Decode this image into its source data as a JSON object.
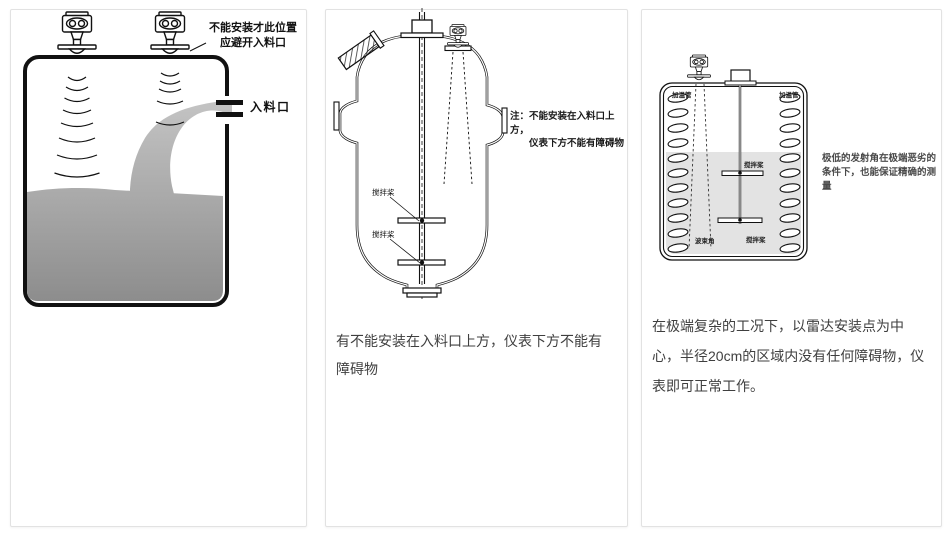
{
  "panel1": {
    "annotation": "不能安装才此位置\n应避开入料口",
    "inlet_label": "入料口"
  },
  "panel2": {
    "note": "注：不能安装在入料口上方，\n　　仪表下方不能有障碍物",
    "paddle_label_1": "搅拌桨",
    "paddle_label_2": "搅拌桨",
    "caption": "有不能安装在入料口上方，仪表下方不能有\n障碍物"
  },
  "panel3": {
    "heater_label_left": "加温管",
    "heater_label_right": "加温管",
    "paddle_label_1": "搅拌桨",
    "paddle_label_2": "搅拌桨",
    "beam_label": "波束角",
    "side_note": "极低的发射角在极端恶劣的\n条件下，也能保证精确的测量",
    "caption": "在极端复杂的工况下，以雷达安装点为中\n心，半径20cm的区域内没有任何障碍物，仪\n表即可正常工作。"
  },
  "colors": {
    "liquid_dark": "#8d8d8d",
    "liquid_light": "#c4c4c4",
    "fill_light": "#e3e3e3",
    "line": "#111111",
    "panel_border": "#e2e2e2",
    "caption_text": "#3f3f3f"
  }
}
